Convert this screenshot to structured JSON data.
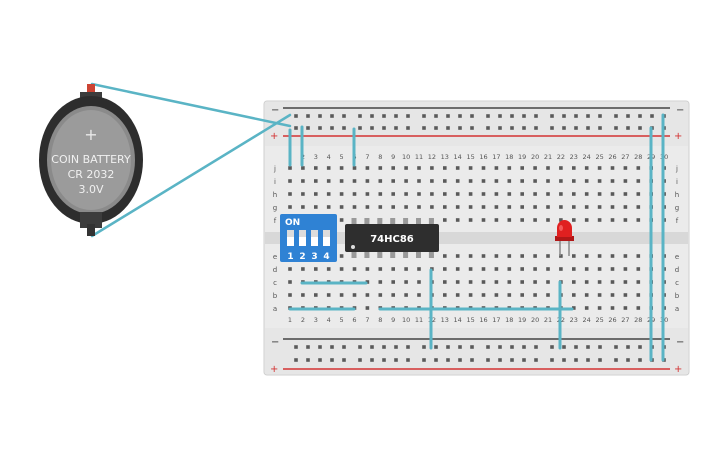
{
  "battery": {
    "label_line1": "COIN BATTERY",
    "label_line2": "CR 2032",
    "label_line3": "3.0V",
    "plus_symbol": "+"
  },
  "breadboard": {
    "rail_minus": "−",
    "rail_plus": "+",
    "columns": 30,
    "row_letters_top": [
      "j",
      "i",
      "h",
      "g",
      "f"
    ],
    "row_letters_bottom": [
      "e",
      "d",
      "c",
      "b",
      "a"
    ]
  },
  "dip_switch": {
    "on_label": "ON",
    "switch_numbers": [
      "1",
      "2",
      "3",
      "4"
    ]
  },
  "chip": {
    "label": "74HC86"
  },
  "led": {
    "color": "#e02020"
  },
  "colors": {
    "wire": "#5ab4c5",
    "board": "#e9e9e9",
    "rail_red": "#d33232",
    "rail_dark": "#444444",
    "dip_blue": "#2f82d4",
    "chip_body": "#2e2e2e"
  }
}
